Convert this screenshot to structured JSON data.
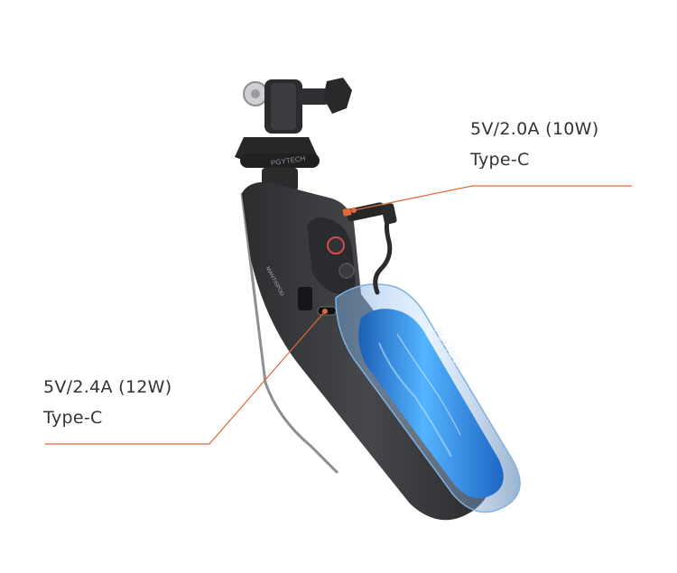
{
  "callouts": {
    "top": {
      "spec": "5V/2.0A (10W)",
      "port": "Type-C"
    },
    "bottom": {
      "spec": "5V/2.4A (12W)",
      "port": "Type-C"
    }
  },
  "product": {
    "brand_text": "PGYTECH",
    "side_text": "MANTISPOD"
  },
  "colors": {
    "callout_line": "#e0683a",
    "body": "#3a3b3d",
    "battery": "#2f8fe6",
    "text": "#333333"
  }
}
